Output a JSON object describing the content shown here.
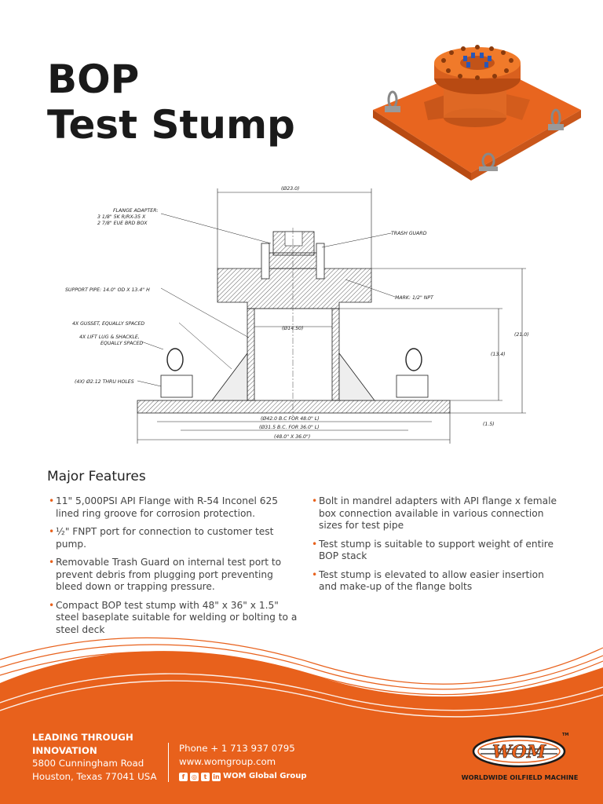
{
  "header": {
    "title_line1": "BOP",
    "title_line2": "Test Stump"
  },
  "drawing": {
    "dim_top": "(Ø23.0)",
    "flange_adapter": "FLANGE ADAPTER:",
    "flange_adapter_l2": "3 1/8\" 5K R/RX-35 X",
    "flange_adapter_l3": "2 7/8\" EUE BRD BOX",
    "trash_guard": "TRASH GUARD",
    "support_pipe": "SUPPORT PIPE: 14.0\" OD X 13.4\" H",
    "mark": "MARK: 1/2\" NPT",
    "gusset": "4X GUSSET, EQUALLY SPACED",
    "lift_lug": "4X LIFT LUG & SHACKLE,",
    "lift_lug_l2": "EQUALLY SPACED",
    "thru_holes": "(4X) Ø2.12 THRU HOLES",
    "dim_inner": "(Ø14.50)",
    "dim_21": "(21.0)",
    "dim_134": "(13.4)",
    "dim_15": "(1.5)",
    "dim_bc42": "(Ø42.0 B.C FOR 48.0\" L)",
    "dim_bc315": "(Ø31.5 B.C. FOR 36.0\" L)",
    "dim_base": "(48.0\" X 36.0\")"
  },
  "features": {
    "title": "Major Features",
    "col1": [
      "11\" 5,000PSI API Flange with R-54 Inconel 625 lined ring groove for corrosion protection.",
      "½\" FNPT port for connection to customer test pump.",
      "Removable Trash Guard on internal test port to prevent debris from plugging port preventing bleed down or trapping pressure.",
      "Compact BOP test stump with 48\" x 36\" x 1.5\" steel baseplate suitable for welding or bolting to a steel deck"
    ],
    "col2": [
      "Bolt in mandrel adapters with API flange x female box connection available in various connection sizes for test pipe",
      "Test stump is suitable to support weight of entire BOP stack",
      "Test stump is elevated to allow easier insertion and make-up of the flange bolts"
    ]
  },
  "footer": {
    "tagline_l1": "LEADING THROUGH",
    "tagline_l2": "INNOVATION",
    "address_l1": "5800 Cunningham Road",
    "address_l2": "Houston, Texas 77041 USA",
    "phone": "Phone + 1 713 937 0795",
    "web": "www.womgroup.com",
    "social": "WOM Global Group",
    "logo_text": "WOM",
    "tm": "TM",
    "company": "WORLDWIDE OILFIELD MACHINE"
  },
  "colors": {
    "accent": "#e8611c",
    "product_orange": "#f07a2a"
  }
}
